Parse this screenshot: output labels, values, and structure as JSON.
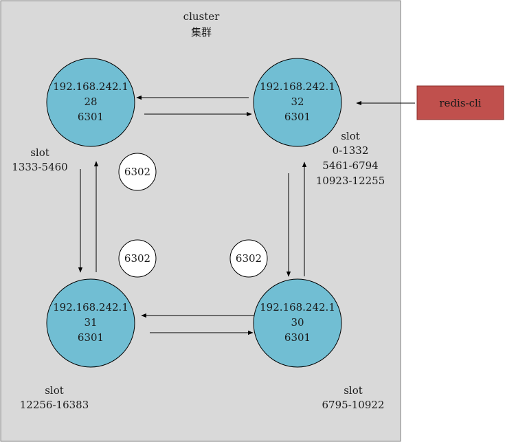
{
  "colors": {
    "cluster_fill": "#d9d9d9",
    "cluster_stroke": "#7f7f7f",
    "node_fill": "#71bed3",
    "replica_fill": "#ffffff",
    "client_fill": "#c0504d",
    "edge": "#000000"
  },
  "cluster": {
    "title_en": "cluster",
    "title_zh": "集群"
  },
  "nodes": [
    {
      "ip_line1": "192.168.242.1",
      "ip_line2": "28",
      "port": "6301"
    },
    {
      "ip_line1": "192.168.242.1",
      "ip_line2": "32",
      "port": "6301"
    },
    {
      "ip_line1": "192.168.242.1",
      "ip_line2": "31",
      "port": "6301"
    },
    {
      "ip_line1": "192.168.242.1",
      "ip_line2": "30",
      "port": "6301"
    }
  ],
  "replicas": [
    "6302",
    "6302",
    "6302"
  ],
  "slots": [
    {
      "title": "slot",
      "ranges": [
        "1333-5460"
      ]
    },
    {
      "title": "slot",
      "ranges": [
        "0-1332",
        "5461-6794",
        "10923-12255"
      ]
    },
    {
      "title": "slot",
      "ranges": [
        "12256-16383"
      ]
    },
    {
      "title": "slot",
      "ranges": [
        "6795-10922"
      ]
    }
  ],
  "client": {
    "label": "redis-cli"
  }
}
